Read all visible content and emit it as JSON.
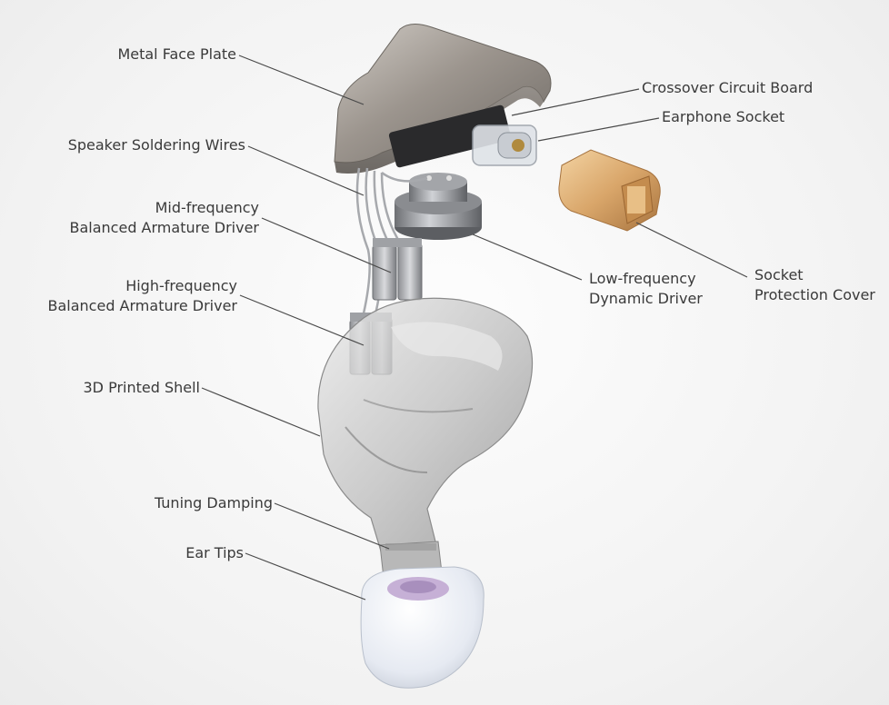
{
  "labels": {
    "metal_face_plate": "Metal Face Plate",
    "crossover_circuit_board": "Crossover Circuit Board",
    "earphone_socket": "Earphone Socket",
    "speaker_soldering_wires": "Speaker Soldering Wires",
    "mid_frequency": [
      "Mid-frequency",
      "Balanced Armature Driver"
    ],
    "low_frequency": [
      "Low-frequency",
      "Dynamic Driver"
    ],
    "socket_protection_cover": [
      "Socket",
      "Protection Cover"
    ],
    "high_frequency": [
      "High-frequency",
      "Balanced Armature Driver"
    ],
    "printed_shell": "3D Printed Shell",
    "tuning_damping": "Tuning Damping",
    "ear_tips": "Ear Tips"
  },
  "colors": {
    "text": "#3a3a3a",
    "leader_line": "#4a4a4a",
    "face_plate": "#8f8a84",
    "socket_cover": "#d9a96a",
    "ear_tip": "#e8ecf4",
    "ear_tip_inner": "#c9b3d6"
  }
}
